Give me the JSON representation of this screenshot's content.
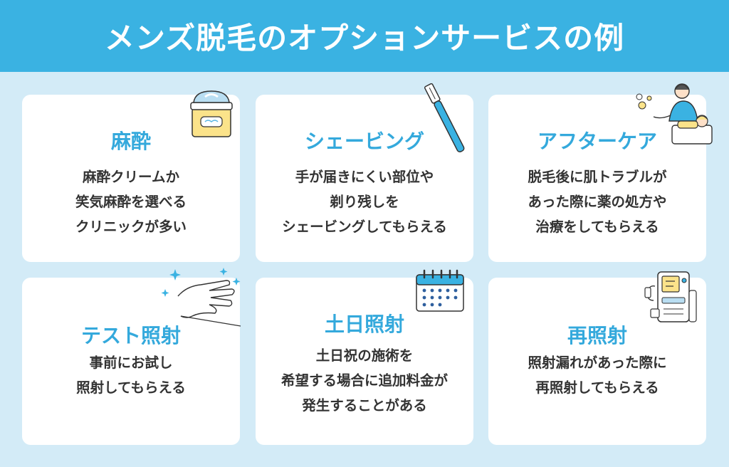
{
  "header": {
    "title": "メンズ脱毛のオプションサービスの例"
  },
  "colors": {
    "accent": "#3ab2e2",
    "title": "#34a9dc",
    "background": "#d3ebf7",
    "card": "#ffffff"
  },
  "cards": [
    {
      "title": "麻酔",
      "lines": [
        "麻酔クリームか",
        "笑気麻酔を選べる",
        "クリニックが多い"
      ],
      "icon": "cream-jar-icon"
    },
    {
      "title": "シェービング",
      "lines": [
        "手が届きにくい部位や",
        "剃り残しを",
        "シェービングしてもらえる"
      ],
      "icon": "razor-icon"
    },
    {
      "title": "アフターケア",
      "lines": [
        "脱毛後に肌トラブルが",
        "あった際に薬の処方や",
        "治療をしてもらえる"
      ],
      "icon": "nurse-treatment-icon"
    },
    {
      "title": "テスト照射",
      "lines": [
        "事前にお試し",
        "照射してもらえる"
      ],
      "icon": "hand-sparkle-icon"
    },
    {
      "title": "土日照射",
      "lines": [
        "土日祝の施術を",
        "希望する場合に追加料金が",
        "発生することがある"
      ],
      "icon": "calendar-icon"
    },
    {
      "title": "再照射",
      "lines": [
        "照射漏れがあった際に",
        "再照射してもらえる"
      ],
      "icon": "laser-machine-icon"
    }
  ]
}
